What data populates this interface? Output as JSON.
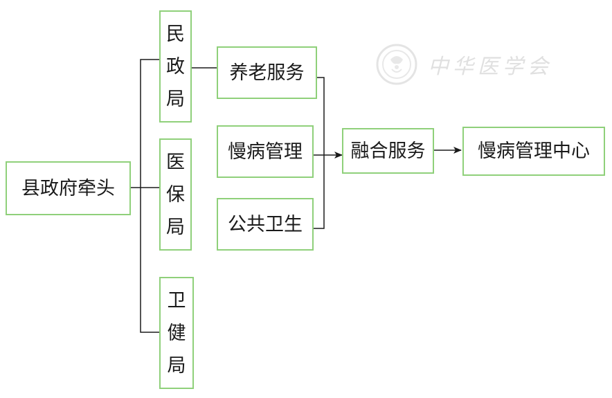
{
  "nodes": {
    "county": "县政府牵头",
    "civil_affairs": [
      "民",
      "政",
      "局"
    ],
    "medical_insurance": [
      "医",
      "保",
      "局"
    ],
    "health": [
      "卫",
      "健",
      "局"
    ],
    "elderly_care": "养老服务",
    "chronic_management": "慢病管理",
    "public_health": "公共卫生",
    "integrated_service": "融合服务",
    "chronic_center": "慢病管理中心"
  },
  "watermark": {
    "text": "中华医学会"
  },
  "colors": {
    "box_border": "#8fd07a",
    "line": "#1a1a1a"
  }
}
